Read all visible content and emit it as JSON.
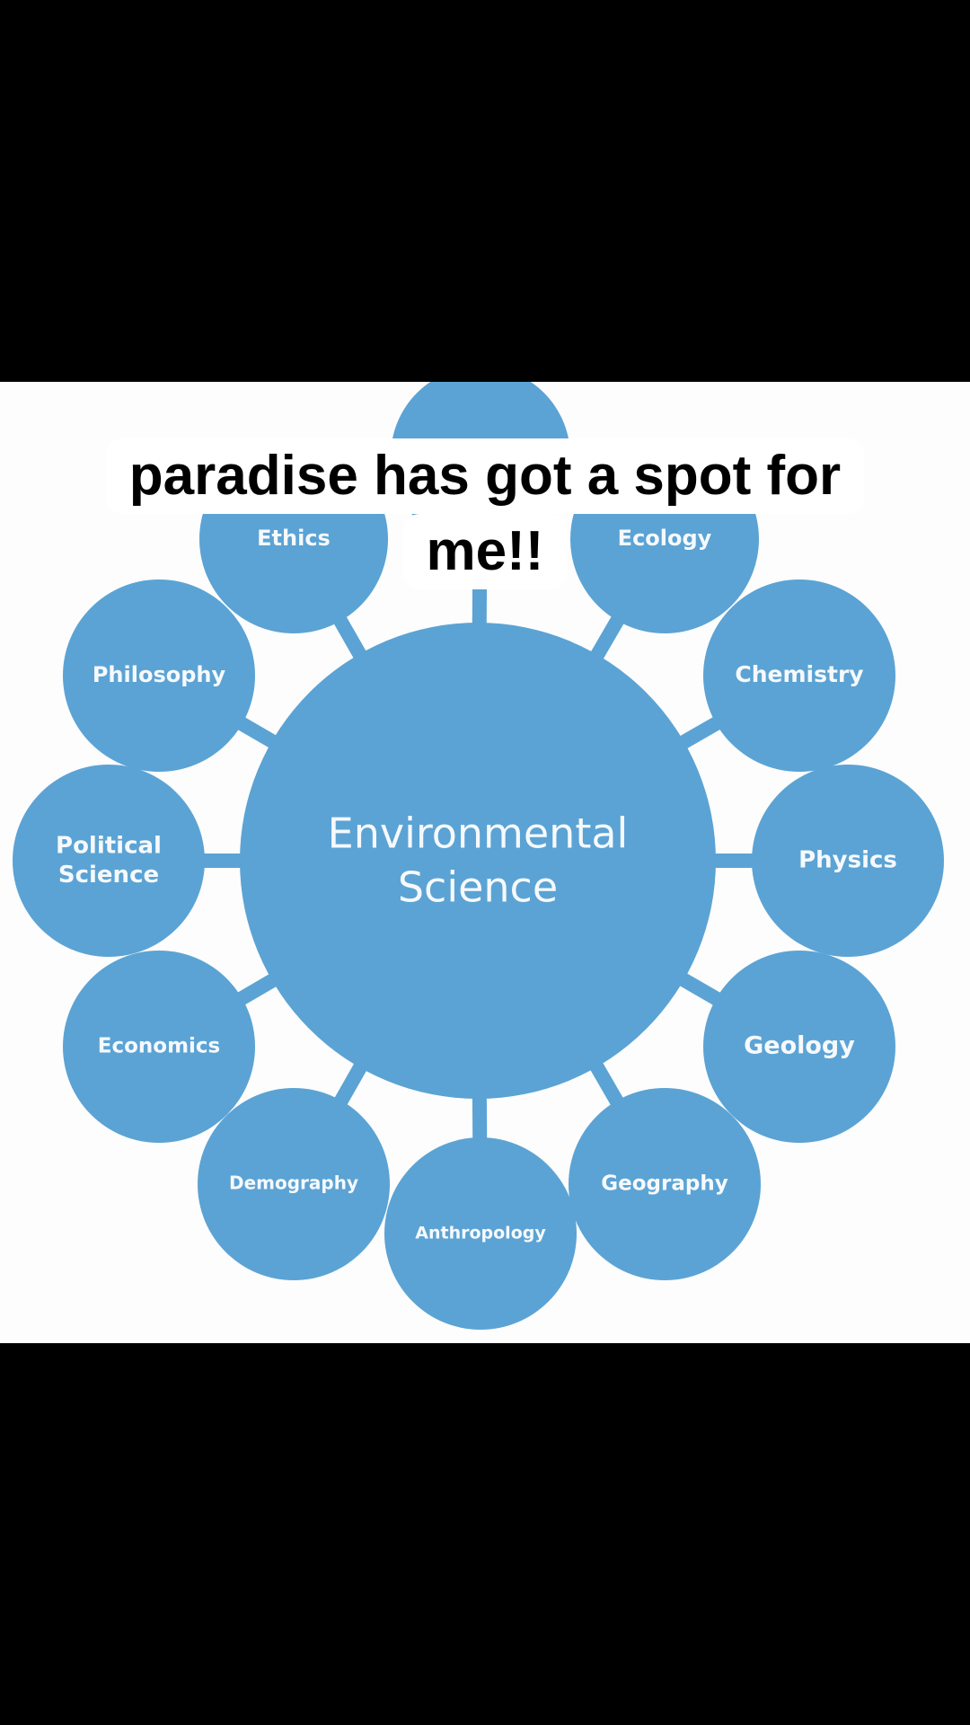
{
  "caption": {
    "line1": "paradise has got a spot for",
    "line2": "me!!"
  },
  "diagram": {
    "center": {
      "line1": "Environmental",
      "line2": "Science"
    },
    "nodes": [
      {
        "id": "top",
        "lines": [
          ""
        ]
      },
      {
        "id": "ethics",
        "lines": [
          "Ethics"
        ]
      },
      {
        "id": "ecology",
        "lines": [
          "Ecology"
        ]
      },
      {
        "id": "philosophy",
        "lines": [
          "Philosophy"
        ]
      },
      {
        "id": "chemistry",
        "lines": [
          "Chemistry"
        ]
      },
      {
        "id": "political-science",
        "lines": [
          "Political",
          "Science"
        ]
      },
      {
        "id": "physics",
        "lines": [
          "Physics"
        ]
      },
      {
        "id": "economics",
        "lines": [
          "Economics"
        ]
      },
      {
        "id": "geology",
        "lines": [
          "Geology"
        ]
      },
      {
        "id": "demography",
        "lines": [
          "Demography"
        ]
      },
      {
        "id": "geography",
        "lines": [
          "Geography"
        ]
      },
      {
        "id": "anthropology",
        "lines": [
          "Anthropology"
        ]
      }
    ],
    "colors": {
      "node_fill": "#5ba3d4",
      "connector": "#5ba3d4",
      "label_text": "#f6f9fc",
      "panel_bg": "#fdfdfd"
    }
  }
}
